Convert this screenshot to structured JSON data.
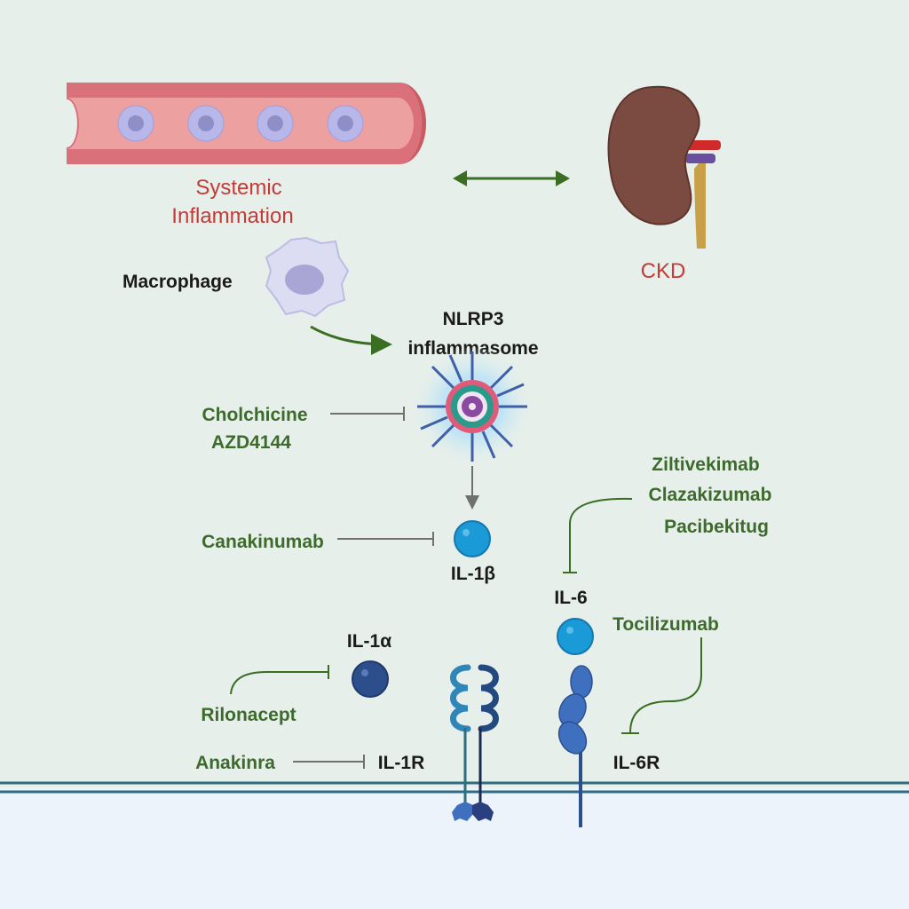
{
  "labels": {
    "systemic": "Systemic",
    "inflammation": "Inflammation",
    "ckd": "CKD",
    "macrophage": "Macrophage",
    "nlrp3": "NLRP3",
    "inflammasome": "inflammasome",
    "il1b": "IL-1β",
    "il6": "IL-6",
    "il1a": "IL-1α",
    "il1r": "IL-1R",
    "il6r": "IL-6R"
  },
  "drugs": {
    "cholchicine": "Cholchicine",
    "azd4144": "AZD4144",
    "canakinumab": "Canakinumab",
    "ziltivekimab": "Ziltivekimab",
    "clazakizumab": "Clazakizumab",
    "pacibekitug": "Pacibekitug",
    "tocilizumab": "Tocilizumab",
    "rilonacept": "Rilonacept",
    "anakinra": "Anakinra"
  },
  "colors": {
    "background": "#e6efea",
    "intracellular": "#edf3fb",
    "disease_text": "#c53a36",
    "drug_text": "#3d6b2c",
    "membrane": "#2e6e80",
    "il1b": "#1a9ad6",
    "il1a": "#2c4f8c"
  }
}
